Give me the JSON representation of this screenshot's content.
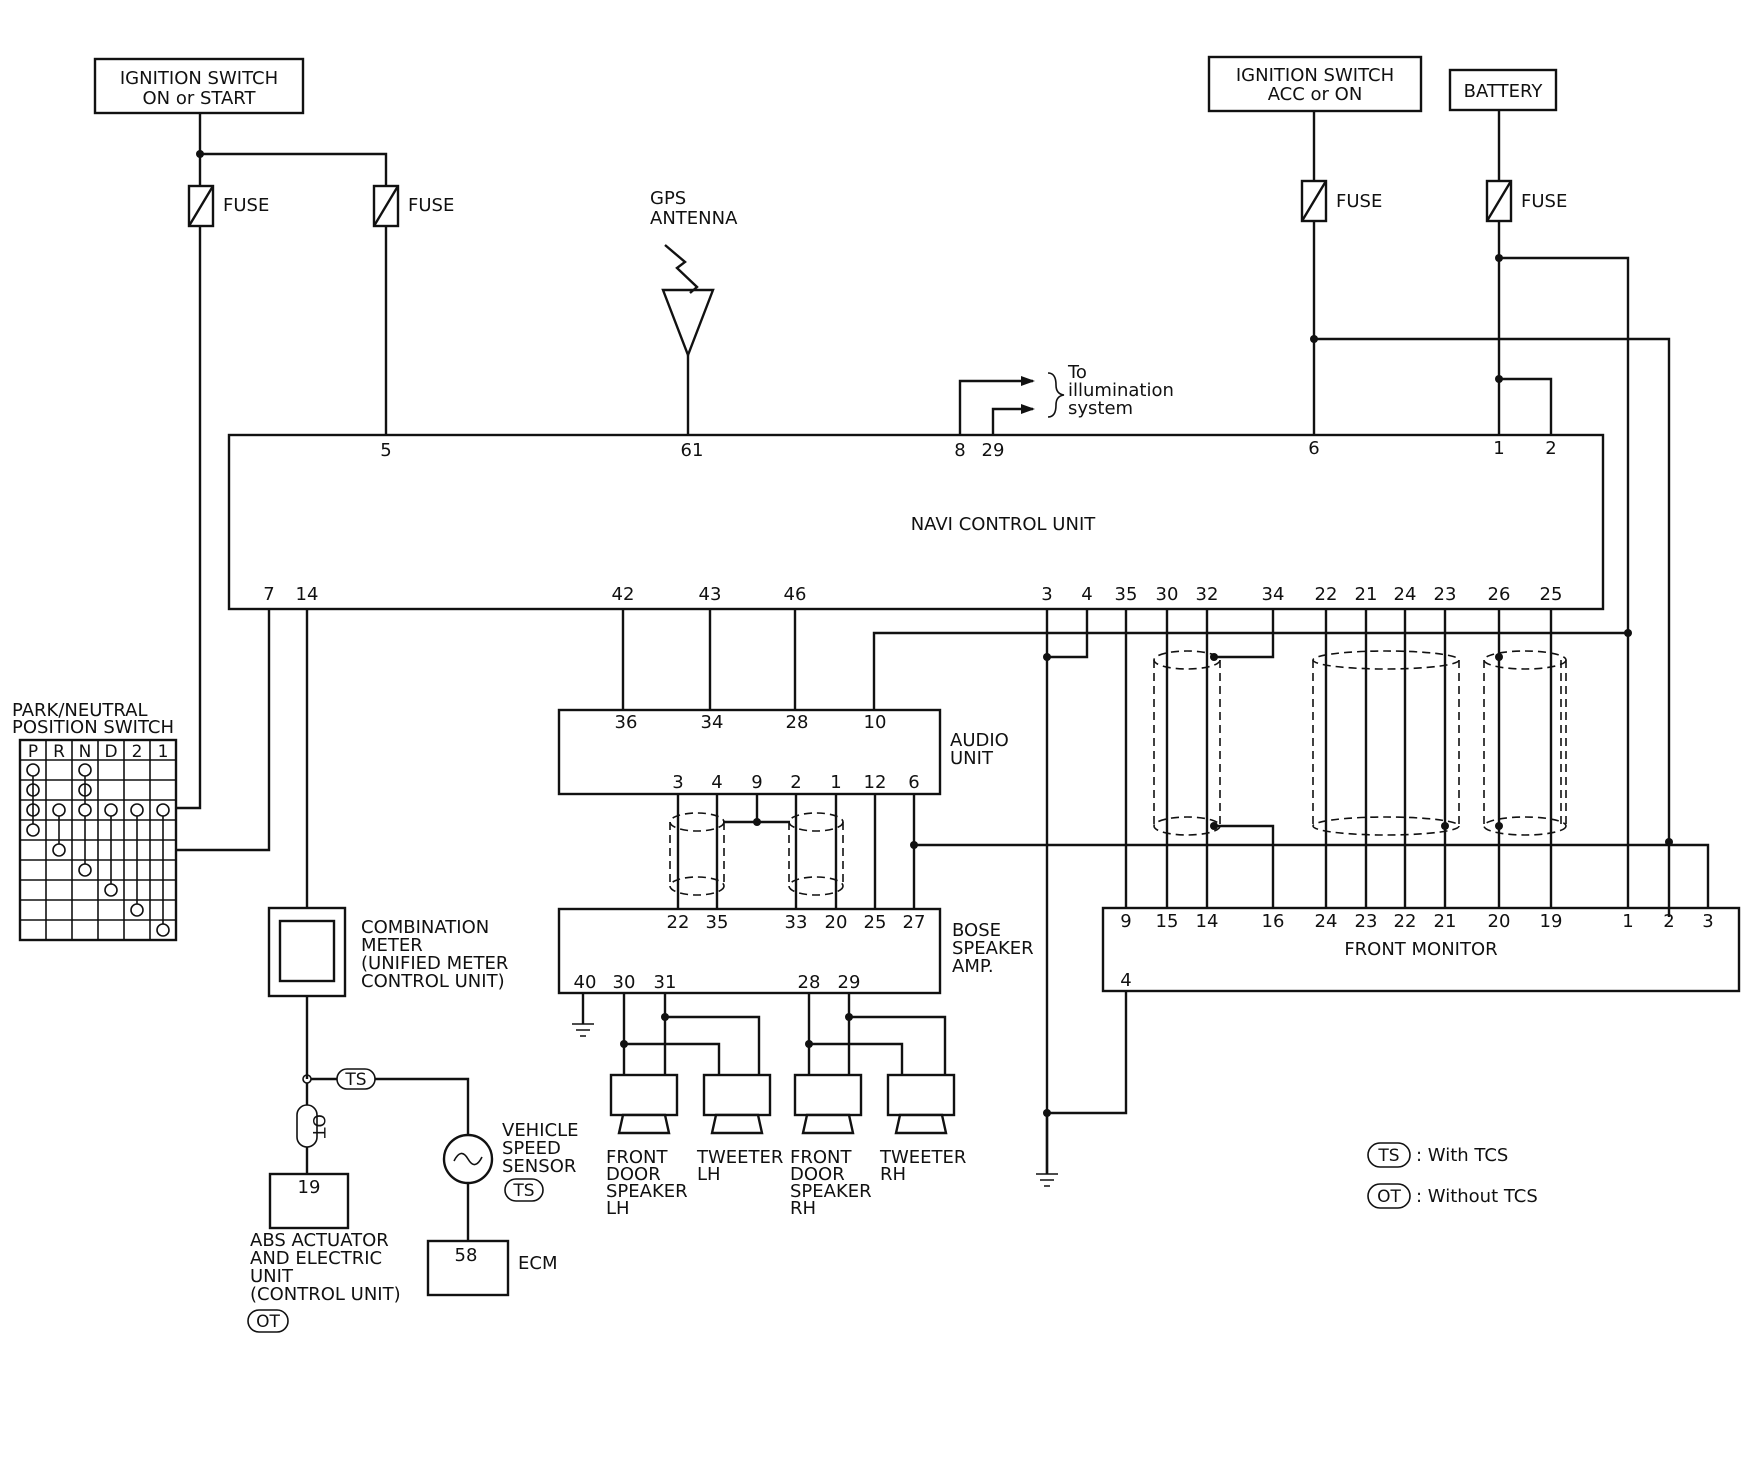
{
  "labels": {
    "ign_on_start_1": "IGNITION SWITCH",
    "ign_on_start_2": "ON or START",
    "ign_acc_on_1": "IGNITION SWITCH",
    "ign_acc_on_2": "ACC or ON",
    "battery": "BATTERY",
    "fuse": "FUSE",
    "gps_1": "GPS",
    "gps_2": "ANTENNA",
    "illum_1": "To",
    "illum_2": "illumination",
    "illum_3": "system",
    "navi": "NAVI CONTROL UNIT",
    "pns_1": "PARK/NEUTRAL",
    "pns_2": "POSITION SWITCH",
    "audio_1": "AUDIO",
    "audio_2": "UNIT",
    "bose_1": "BOSE",
    "bose_2": "SPEAKER",
    "bose_3": "AMP.",
    "front_monitor": "FRONT MONITOR",
    "combo_1": "COMBINATION",
    "combo_2": "METER",
    "combo_3": "(UNIFIED METER",
    "combo_4": "CONTROL UNIT)",
    "abs_1": "ABS ACTUATOR",
    "abs_2": "AND ELECTRIC",
    "abs_3": "UNIT",
    "abs_4": "(CONTROL UNIT)",
    "vss_1": "VEHICLE",
    "vss_2": "SPEED",
    "vss_3": "SENSOR",
    "ecm": "ECM",
    "fds_lh_1": "FRONT",
    "fds_lh_2": "DOOR",
    "fds_lh_3": "SPEAKER",
    "fds_lh_4": "LH",
    "tw_lh_1": "TWEETER",
    "tw_lh_2": "LH",
    "fds_rh_1": "FRONT",
    "fds_rh_2": "DOOR",
    "fds_rh_3": "SPEAKER",
    "fds_rh_4": "RH",
    "tw_rh_1": "TWEETER",
    "tw_rh_2": "RH",
    "ts": "TS",
    "ot": "OT",
    "legend_ts": ": With TCS",
    "legend_ot": ": Without TCS"
  },
  "shift_positions": [
    "P",
    "R",
    "N",
    "D",
    "2",
    "1"
  ],
  "pins": {
    "navi_top": [
      "5",
      "61",
      "8",
      "29",
      "6",
      "1",
      "2"
    ],
    "navi_bottom": [
      "7",
      "14",
      "42",
      "43",
      "46",
      "3",
      "4",
      "35",
      "30",
      "32",
      "34",
      "22",
      "21",
      "24",
      "23",
      "26",
      "25"
    ],
    "audio_top": [
      "36",
      "34",
      "28",
      "10"
    ],
    "audio_bottom": [
      "3",
      "4",
      "9",
      "2",
      "1",
      "12",
      "6"
    ],
    "bose_top": [
      "22",
      "35",
      "33",
      "20",
      "25",
      "27"
    ],
    "bose_bottom": [
      "40",
      "30",
      "31",
      "28",
      "29"
    ],
    "fm_top": [
      "9",
      "15",
      "14",
      "16",
      "24",
      "23",
      "22",
      "21",
      "20",
      "19",
      "1",
      "2",
      "3"
    ],
    "fm_bottom": [
      "4"
    ],
    "abs": "19",
    "ecm": "58"
  }
}
